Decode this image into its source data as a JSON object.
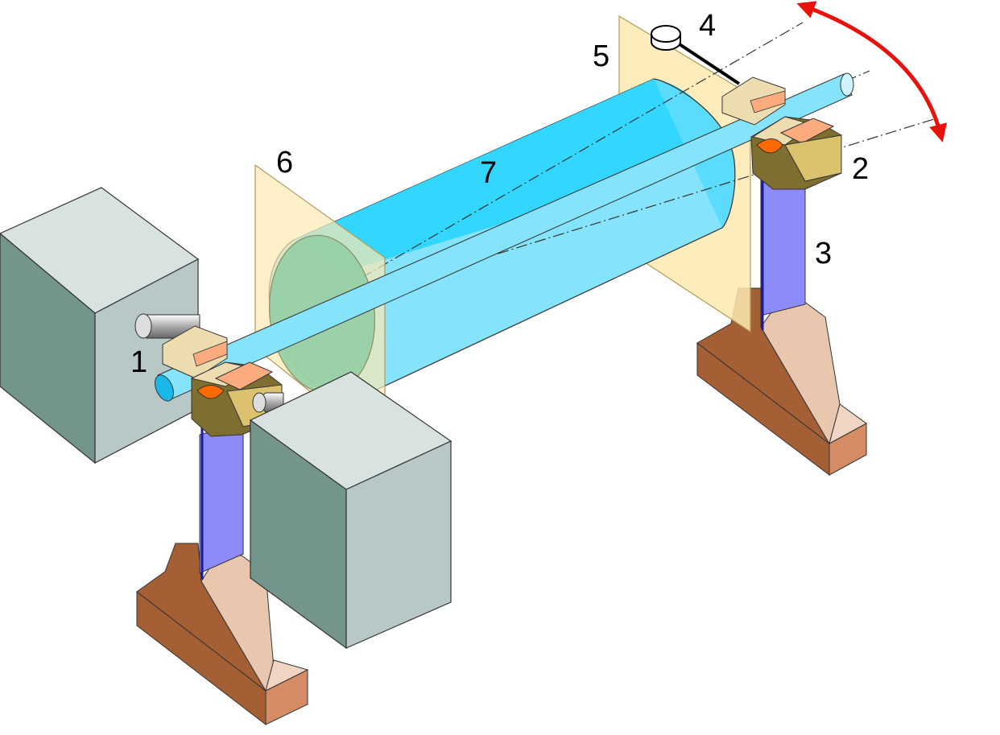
{
  "labels": {
    "n1": "1",
    "n2": "2",
    "n3": "3",
    "n4": "4",
    "n5": "5",
    "n6": "6",
    "n7": "7"
  },
  "colors": {
    "drum": "#33d6ff",
    "drum_light": "#85e3fb",
    "end_plate": "#fde9b0",
    "motor_block_light": "#d8e2e1",
    "motor_block_mid": "#b8c8c6",
    "motor_block_dark": "#74958c",
    "support_dark": "#a45f34",
    "support_light": "#e8c7ae",
    "support_front": "#d58c64",
    "post": "#8b8cf9",
    "bearing_light": "#ecdcb0",
    "bearing_dark": "#7e6e2f",
    "bearing_pad": "#fbab7e",
    "bearing_cup": "#ff6a00",
    "tilt_arrow": "#e8120c"
  },
  "icons": {
    "tilt_arrow": "double-headed-curved-arrow"
  }
}
